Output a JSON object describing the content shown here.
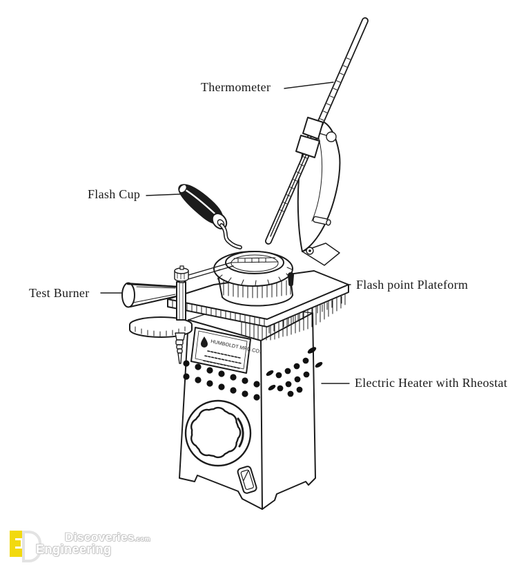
{
  "page": {
    "background": "#ffffff"
  },
  "colors": {
    "line": "#1c1c1c",
    "label_text": "#1a1a1a",
    "logo_yellow": "#f2d90e",
    "logo_outline": "#c9c9c9"
  },
  "labels": {
    "thermometer": "Thermometer",
    "flash_cup": "Flash Cup",
    "test_burner": "Test Burner",
    "platform": "Flash point Plateform",
    "heater": "Electric Heater with Rheostat"
  },
  "nameplate": {
    "brand": "HUMBOLDT MFG.CO."
  },
  "watermark": {
    "brand_top": "Discoveries",
    "brand_suffix": ".com",
    "brand_bottom": "Engineering"
  }
}
